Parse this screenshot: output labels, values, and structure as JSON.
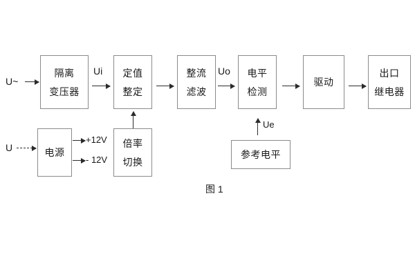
{
  "figure": {
    "caption": "图 1",
    "line_color": "#2b2b2b",
    "box_border_color": "#8a8a8a",
    "text_color": "#1a1a1a",
    "background": "#ffffff"
  },
  "signal_chain": {
    "input_label": "U~",
    "blocks": [
      {
        "name": "isolation-transformer",
        "line1": "隔离",
        "line2": "变压器"
      },
      {
        "name": "setting-value",
        "line1": "定值",
        "line2": "整定"
      },
      {
        "name": "rectify-filter",
        "line1": "整流",
        "line2": "滤波"
      },
      {
        "name": "level-detection",
        "line1": "电平",
        "line2": "检测"
      },
      {
        "name": "drive",
        "line1": "驱动",
        "line2": ""
      },
      {
        "name": "output-relay",
        "line1": "出口",
        "line2": "继电器"
      }
    ],
    "signal_labels": {
      "ui": "Ui",
      "uo": "Uo",
      "ue": "Ue"
    }
  },
  "power_section": {
    "input_label": "U",
    "supply_block": {
      "line1": "电源",
      "line2": ""
    },
    "rails": [
      {
        "label": "+12V"
      },
      {
        "label": "- 12V"
      }
    ],
    "multiplier_block": {
      "line1": "倍率",
      "line2": "切换"
    }
  },
  "reference_section": {
    "block": {
      "line1": "参考电平",
      "line2": ""
    }
  }
}
